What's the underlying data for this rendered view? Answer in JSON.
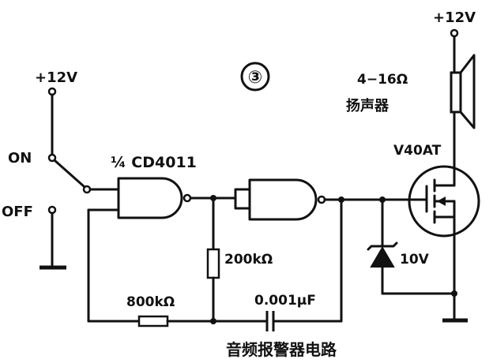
{
  "figure": {
    "number": "③",
    "caption": "音频报警器电路"
  },
  "supply": {
    "left": "+12V",
    "right": "+12V"
  },
  "switch": {
    "on_label": "ON",
    "off_label": "OFF"
  },
  "ic": {
    "label": "¼ CD4011"
  },
  "components": {
    "resistor_feedback": "200kΩ",
    "resistor_input": "800kΩ",
    "capacitor": "0.001μF",
    "zener": "10V",
    "transistor": "V40AT",
    "speaker_impedance": "4−16Ω",
    "speaker_name": "扬声器"
  },
  "colors": {
    "ink": "#111111",
    "paper": "#ffffff"
  }
}
